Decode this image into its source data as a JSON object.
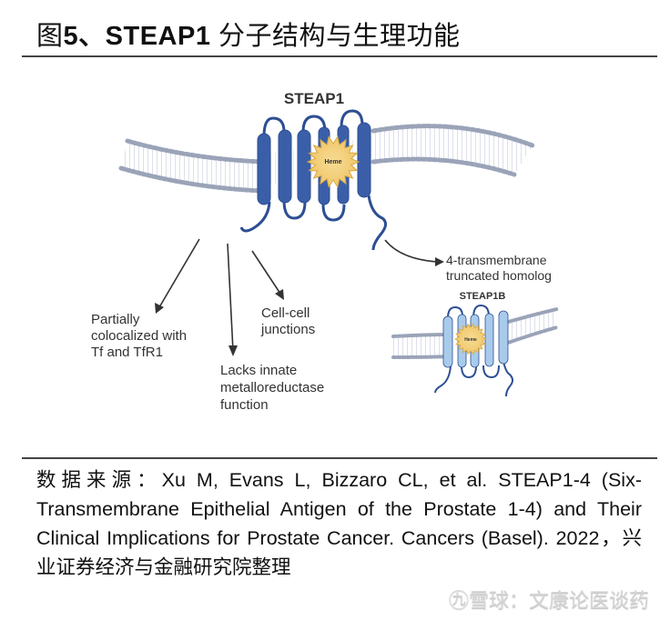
{
  "figure": {
    "title_prefix": "图",
    "title_number": "5、STEAP1",
    "title_suffix": " 分子结构与生理功能"
  },
  "diagram": {
    "protein_label": "STEAP1",
    "cofactor_label": "Heme",
    "homolog_protein_label": "STEAP1B",
    "homolog_cofactor_label": "Heme",
    "annotations": {
      "colocalized": [
        "Partially",
        "colocalized with",
        "Tf and TfR1"
      ],
      "metalloreductase": [
        "Lacks innate",
        "metalloreductase",
        "function"
      ],
      "junctions": [
        "Cell-cell",
        "junctions"
      ],
      "homolog": [
        "4-transmembrane",
        "truncated homolog"
      ]
    },
    "colors": {
      "steap1_helix": "#3a5fa8",
      "steap1b_helix": "#a9cbeb",
      "heme": "#f2cf7a",
      "membrane_head": "#9aa3b8"
    }
  },
  "source": {
    "label": "数据来源：",
    "text": "Xu M, Evans L, Bizzaro CL, et al. STEAP1-4 (Six-Transmembrane Epithelial Antigen of the Prostate 1-4) and Their Clinical Implications for Prostate Cancer. Cancers (Basel). 2022，兴业证券经济与金融研究院整理"
  },
  "watermark": {
    "text": "㊈雪球：文康论医谈药"
  }
}
